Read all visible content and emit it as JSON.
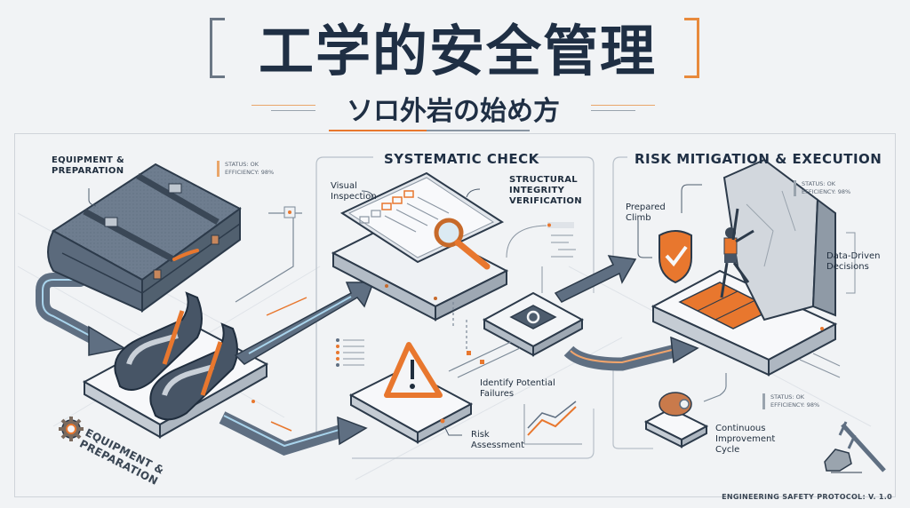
{
  "header": {
    "title": "工学的安全管理",
    "subtitle": "ソロ外岩の始め方"
  },
  "sections": {
    "equipment": {
      "heading": "EQUIPMENT & PREPARATION",
      "heading_line1": "EQUIPMENT &",
      "heading_line2": "PREPARATION",
      "status": {
        "status": "STATUS: OK",
        "efficiency": "EFFICIENCY: 98%"
      },
      "base_label_line1": "EQUIPMENT &",
      "base_label_line2": "PREPARATION"
    },
    "systematic_check": {
      "heading": "SYSTEMATIC CHECK",
      "visual_inspection_line1": "Visual",
      "visual_inspection_line2": "Inspection",
      "structural_line1": "STRUCTURAL",
      "structural_line2": "INTEGRITY",
      "structural_line3": "VERIFICATION",
      "identify_line1": "Identify Potential",
      "identify_line2": "Failures",
      "risk_line1": "Risk",
      "risk_line2": "Assessment"
    },
    "risk_mitigation": {
      "heading": "RISK MITIGATION & EXECUTION",
      "prepared_line1": "Prepared",
      "prepared_line2": "Climb",
      "status": {
        "status": "STATUS: OK",
        "efficiency": "EFFICIENCY: 98%"
      },
      "data_driven_line1": "Data-Driven",
      "data_driven_line2": "Decisions",
      "status2": {
        "status": "STATUS: OK",
        "efficiency": "EFFICIENCY: 98%"
      },
      "continuous_line1": "Continuous",
      "continuous_line2": "Improvement",
      "continuous_line3": "Cycle"
    }
  },
  "footer": {
    "protocol": "ENGINEERING SAFETY PROTOCOL: V. 1.0"
  },
  "colors": {
    "accent": "#e8772e",
    "dark": "#1f2f44",
    "steel": "#5f6f82",
    "background": "#f1f3f5"
  }
}
